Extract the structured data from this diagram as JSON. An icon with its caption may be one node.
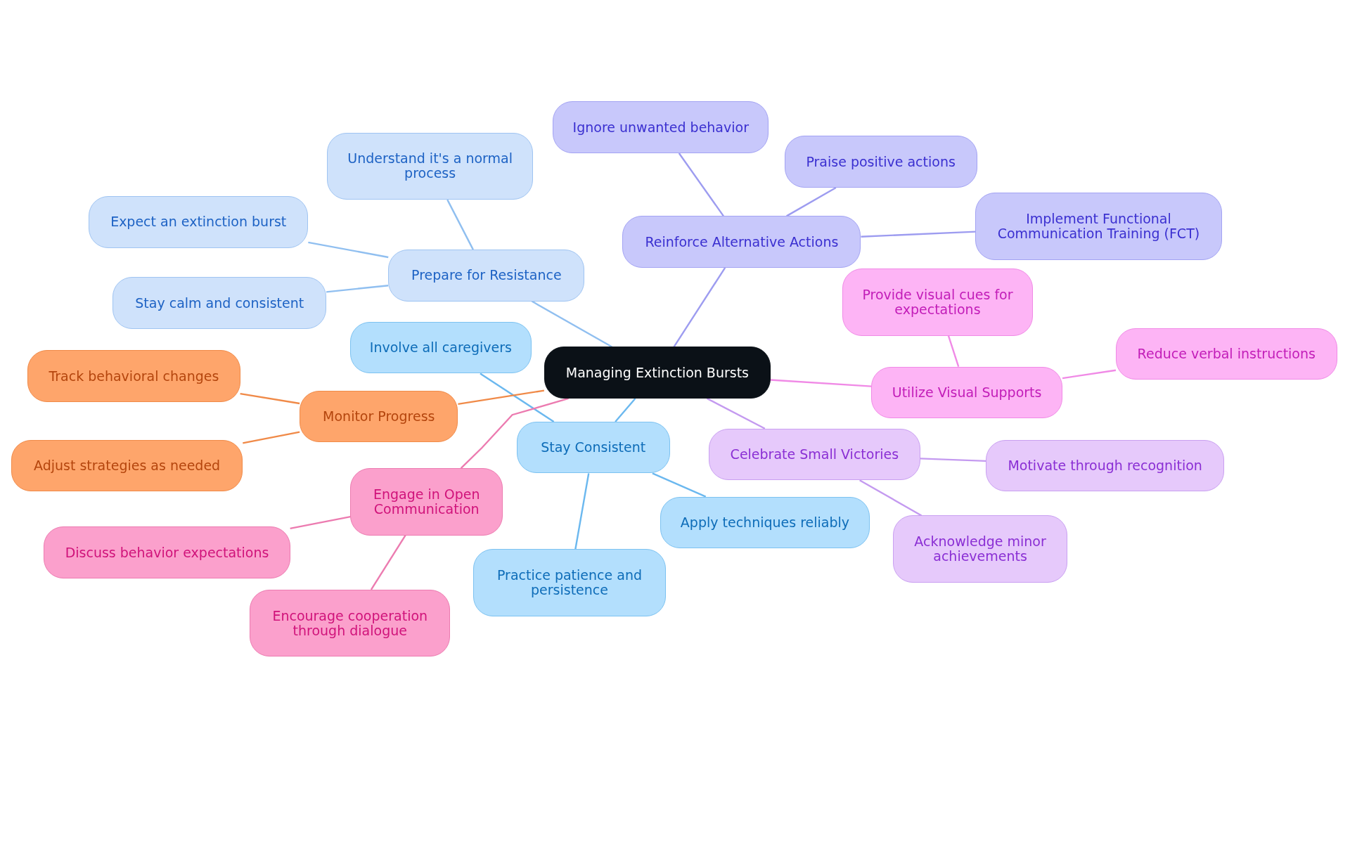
{
  "diagram": {
    "nodes": [
      {
        "text": [
          "Managing Extinction Bursts"
        ]
      },
      {
        "text": [
          "Prepare for Resistance"
        ]
      },
      {
        "text": [
          "Understand it's a normal process"
        ]
      },
      {
        "text": [
          "Expect an extinction burst"
        ]
      },
      {
        "text": [
          "Stay calm and consistent"
        ]
      },
      {
        "text": [
          "Reinforce Alternative Actions"
        ]
      },
      {
        "text": [
          "Ignore unwanted behavior"
        ]
      },
      {
        "text": [
          "Praise positive actions"
        ]
      },
      {
        "text": [
          "Implement Functional Communication Training (FCT)"
        ]
      },
      {
        "text": [
          "Utilize Visual Supports"
        ]
      },
      {
        "text": [
          "Provide visual cues for expectations"
        ]
      },
      {
        "text": [
          "Reduce verbal instructions"
        ]
      },
      {
        "text": [
          "Celebrate Small Victories"
        ]
      },
      {
        "text": [
          "Motivate through recognition"
        ]
      },
      {
        "text": [
          "Acknowledge minor achievements"
        ]
      },
      {
        "text": [
          "Stay Consistent"
        ]
      },
      {
        "text": [
          "Involve all caregivers"
        ]
      },
      {
        "text": [
          "Apply techniques reliably"
        ]
      },
      {
        "text": [
          "Practice patience and persistence"
        ]
      },
      {
        "text": [
          "Engage in Open Communication"
        ]
      },
      {
        "text": [
          "Discuss behavior expectations"
        ]
      },
      {
        "text": [
          "Encourage cooperation through dialogue"
        ]
      },
      {
        "text": [
          "Monitor Progress"
        ]
      },
      {
        "text": [
          "Track behavioral changes"
        ]
      },
      {
        "text": [
          "Adjust strategies as needed"
        ]
      }
    ],
    "edges": [
      {
        "from": 0,
        "to": 1,
        "arrow": "none",
        "color": "#90bff0"
      },
      {
        "from": 1,
        "to": 2,
        "arrow": "none",
        "color": "#90bff0"
      },
      {
        "from": 1,
        "to": 3,
        "arrow": "none",
        "color": "#90bff0"
      },
      {
        "from": 1,
        "to": 4,
        "arrow": "none",
        "color": "#90bff0"
      },
      {
        "from": 0,
        "to": 5,
        "arrow": "none",
        "color": "#9d9cf0"
      },
      {
        "from": 5,
        "to": 6,
        "arrow": "none",
        "color": "#9d9cf0"
      },
      {
        "from": 5,
        "to": 7,
        "arrow": "none",
        "color": "#9d9cf0"
      },
      {
        "from": 5,
        "to": 8,
        "arrow": "none",
        "color": "#9d9cf0"
      },
      {
        "from": 0,
        "to": 9,
        "arrow": "none",
        "color": "#f08ae6"
      },
      {
        "from": 9,
        "to": 10,
        "arrow": "none",
        "color": "#f08ae6"
      },
      {
        "from": 9,
        "to": 11,
        "arrow": "none",
        "color": "#f08ae6"
      },
      {
        "from": 0,
        "to": 12,
        "arrow": "none",
        "color": "#c49af0"
      },
      {
        "from": 12,
        "to": 13,
        "arrow": "none",
        "color": "#c49af0"
      },
      {
        "from": 12,
        "to": 14,
        "arrow": "none",
        "color": "#c49af0"
      },
      {
        "from": 0,
        "to": 15,
        "arrow": "none",
        "color": "#6bb8ef"
      },
      {
        "from": 15,
        "to": 16,
        "arrow": "none",
        "color": "#6bb8ef"
      },
      {
        "from": 15,
        "to": 17,
        "arrow": "none",
        "color": "#6bb8ef"
      },
      {
        "from": 15,
        "to": 18,
        "arrow": "none",
        "color": "#6bb8ef"
      },
      {
        "from": 0,
        "to": 19,
        "arrow": "none",
        "color": "#ec7bb0"
      },
      {
        "from": 19,
        "to": 20,
        "arrow": "none",
        "color": "#ec7bb0"
      },
      {
        "from": 19,
        "to": 21,
        "arrow": "none",
        "color": "#ec7bb0"
      },
      {
        "from": 0,
        "to": 22,
        "arrow": "none",
        "color": "#f08a48"
      },
      {
        "from": 22,
        "to": 23,
        "arrow": "none",
        "color": "#f08a48"
      },
      {
        "from": 22,
        "to": 24,
        "arrow": "none",
        "color": "#f08a48"
      }
    ]
  }
}
